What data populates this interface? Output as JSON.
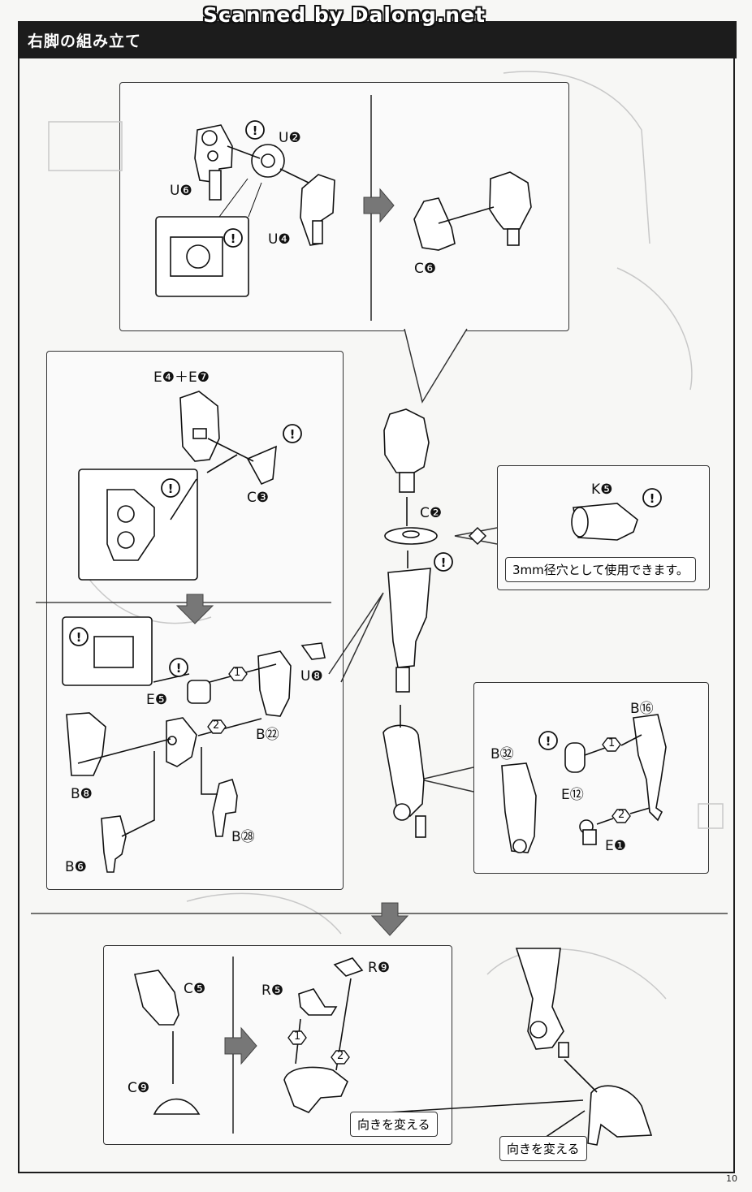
{
  "scan_credit": "Scanned by Dalong.net",
  "section_title": "右脚の組み立て",
  "page_number": "10",
  "parts": {
    "u2": "U❷",
    "u6": "U❻",
    "u4": "U❹",
    "c6": "C❻",
    "e4_e7": "E❹＋E❼",
    "c3": "C❸",
    "c2": "C❷",
    "k5": "K❺",
    "e5": "E❺",
    "u8": "U❽",
    "b22": "B㉒",
    "b8": "B❽",
    "b28": "B㉘",
    "b6": "B❻",
    "b16": "B⑯",
    "b32": "B㉜",
    "e12": "E⑫",
    "e1": "E❶",
    "c5": "C❺",
    "c9": "C❾",
    "r5": "R❺",
    "r9": "R❾"
  },
  "steps": {
    "one": "1",
    "two": "2"
  },
  "notes": {
    "hole_3mm": "3mm径穴として使用できます。",
    "change_orientation_1": "向きを変える",
    "change_orientation_2": "向きを変える"
  }
}
